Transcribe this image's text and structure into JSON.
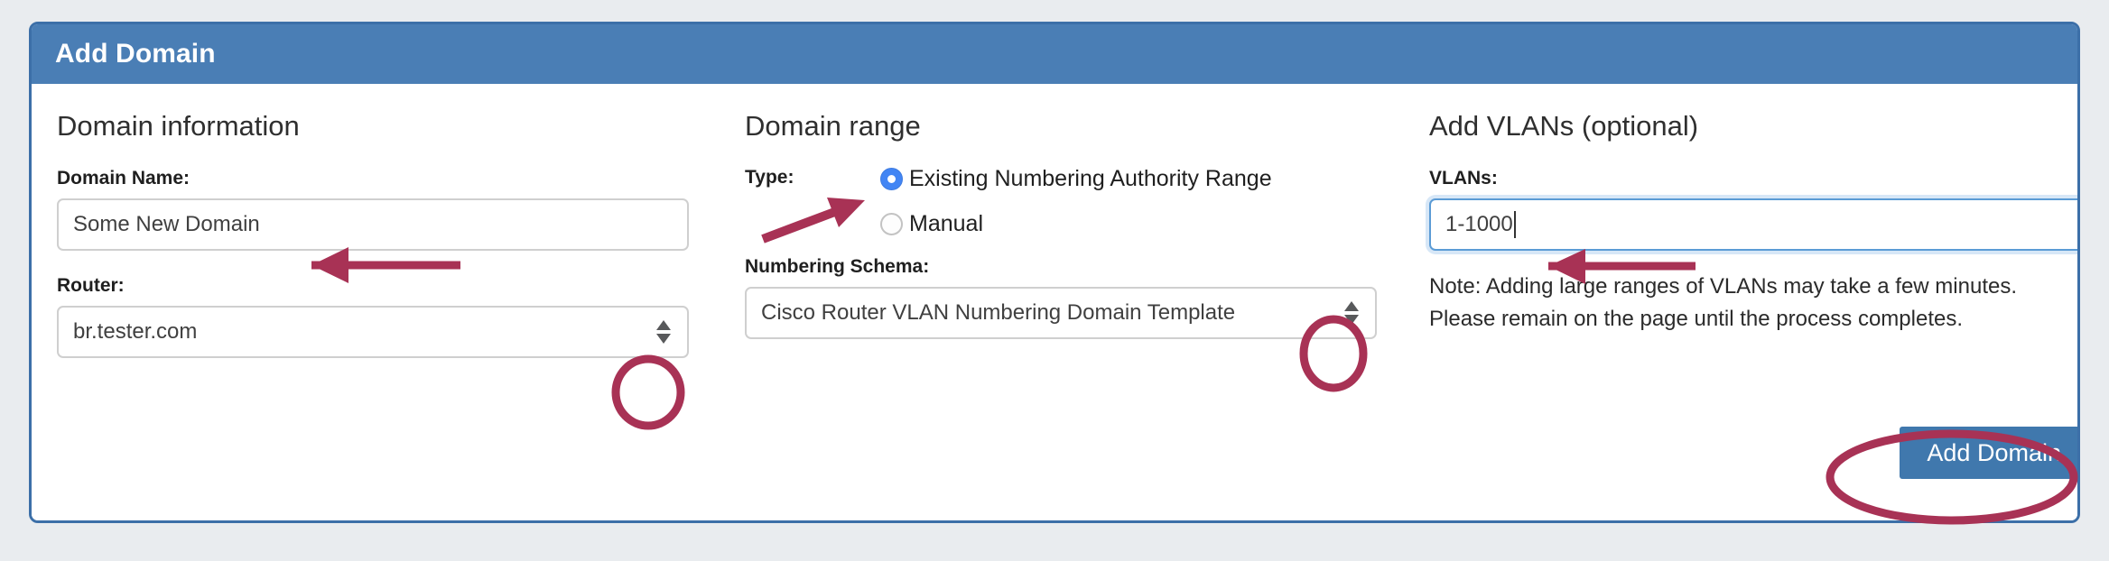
{
  "window": {
    "title": "Add Domain"
  },
  "columns": {
    "domain_information": {
      "heading": "Domain information",
      "domain_name_label": "Domain Name:",
      "domain_name_value": "Some New Domain",
      "router_label": "Router:",
      "router_value": "br.tester.com"
    },
    "domain_range": {
      "heading": "Domain range",
      "type_label": "Type:",
      "options": [
        {
          "label": "Existing Numbering Authority Range",
          "selected": true
        },
        {
          "label": "Manual",
          "selected": false
        }
      ],
      "numbering_schema_label": "Numbering Schema:",
      "numbering_schema_value": "Cisco Router VLAN Numbering Domain Template"
    },
    "add_vlans": {
      "heading": "Add VLANs (optional)",
      "vlans_label": "VLANs:",
      "vlans_value": "1-1000",
      "note": "Note: Adding large ranges of VLANs may take a few minutes. Please remain on the page until the process completes."
    }
  },
  "actions": {
    "add_domain_button": "Add Domain"
  },
  "colors": {
    "header_blue": "#4a7eb5",
    "panel_border_blue": "#3c6fa8",
    "page_background": "#e9ecef",
    "button_blue": "#4078ad",
    "radio_selected_blue": "#4285f4",
    "annotation_crimson": "#a83255",
    "input_focus_blue": "#5b9bd5"
  },
  "annotations": {
    "domain_name_arrow": "arrow-pointing-left-at-domain-name-input",
    "router_stepper_circle": "circle-highlight-around-router-select-stepper",
    "type_radio_arrow": "arrow-pointing-up-right-at-existing-range-radio",
    "schema_stepper_circle": "circle-highlight-around-numbering-schema-select-stepper",
    "vlans_arrow": "arrow-pointing-left-at-vlans-input",
    "add_domain_ellipse": "ellipse-highlight-around-add-domain-button"
  }
}
